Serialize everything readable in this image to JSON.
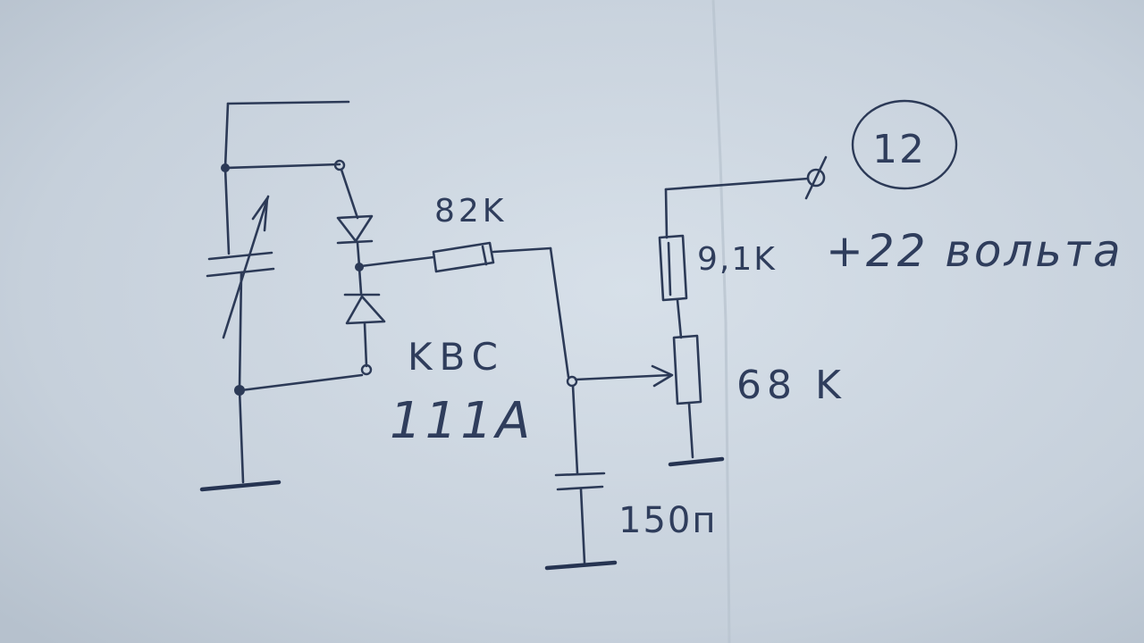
{
  "title": "",
  "labels": {
    "r1": "82K",
    "r2": "9,1K",
    "pot": "68 K",
    "diode_a": "KBC",
    "diode_b": "111A",
    "cap": "150п",
    "supply": "+22 вольта",
    "page_no": "12"
  },
  "colors": {
    "paper": "#c9d3dd",
    "ink": "#2c3a57"
  }
}
